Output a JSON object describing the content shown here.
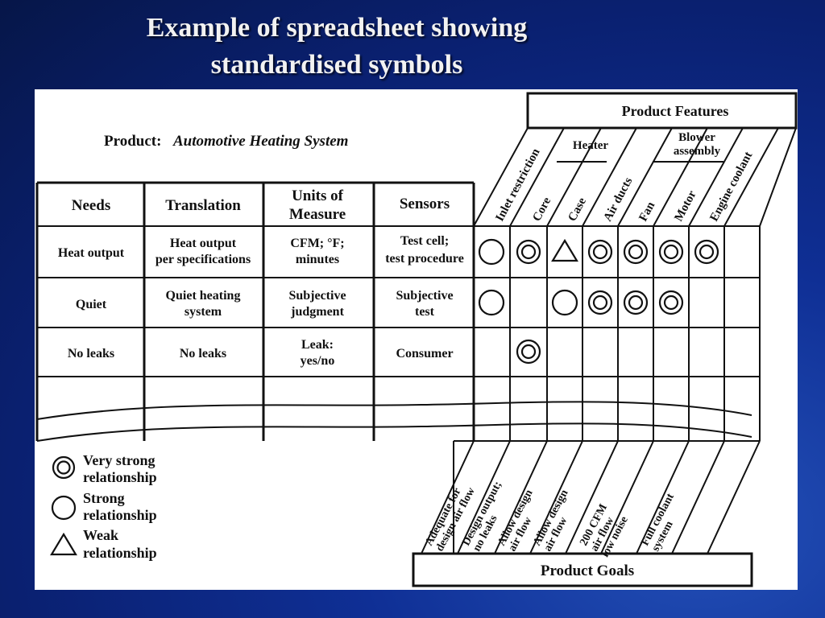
{
  "slide": {
    "title_line1": "Example of spreadsheet showing",
    "title_line2": "standardised symbols"
  },
  "product": {
    "label": "Product:",
    "name": "Automotive Heating System"
  },
  "columns": {
    "needs": "Needs",
    "translation": "Translation",
    "units_line1": "Units of",
    "units_line2": "Measure",
    "sensors": "Sensors"
  },
  "rows": [
    {
      "need": "Heat output",
      "translation": [
        "Heat output",
        "per specifications"
      ],
      "units": [
        "CFM; °F;",
        "minutes"
      ],
      "sensors": [
        "Test cell;",
        "test procedure"
      ],
      "relations": [
        "strong",
        "very_strong",
        "weak",
        "very_strong",
        "very_strong",
        "very_strong",
        "very_strong"
      ]
    },
    {
      "need": "Quiet",
      "translation": [
        "Quiet heating",
        "system"
      ],
      "units": [
        "Subjective",
        "judgment"
      ],
      "sensors": [
        "Subjective",
        "test"
      ],
      "relations": [
        "strong",
        "",
        "strong",
        "very_strong",
        "very_strong",
        "very_strong",
        ""
      ]
    },
    {
      "need": "No leaks",
      "translation": [
        "No leaks"
      ],
      "units": [
        "Leak:",
        "yes/no"
      ],
      "sensors": [
        "Consumer"
      ],
      "relations": [
        "",
        "very_strong",
        "",
        "",
        "",
        "",
        ""
      ]
    }
  ],
  "features": {
    "header": "Product Features",
    "group_heater": "Heater",
    "group_blower_line1": "Blower",
    "group_blower_line2": "assembly",
    "items": [
      "Inlet restriction",
      "Core",
      "Case",
      "Air ducts",
      "Fan",
      "Motor",
      "Engine coolant"
    ]
  },
  "goals": {
    "header": "Product Goals",
    "items": [
      [
        "Adequate for",
        "design air flow"
      ],
      [
        "Design output;",
        "no leaks"
      ],
      [
        "Allow design",
        "air flow"
      ],
      [
        "Allow design",
        "air flow"
      ],
      [
        "200 CFM",
        "air flow",
        "low noise"
      ],
      [
        "Full coolant",
        "system"
      ]
    ]
  },
  "legend": [
    {
      "symbol": "very_strong",
      "line1": "Very strong",
      "line2": "relationship"
    },
    {
      "symbol": "strong",
      "line1": "Strong",
      "line2": "relationship"
    },
    {
      "symbol": "weak",
      "line1": "Weak",
      "line2": "relationship"
    }
  ],
  "colors": {
    "background": "#0f2f95",
    "title_text": "#f2f2f2",
    "figure_background": "#ffffff",
    "ink": "#111111"
  }
}
